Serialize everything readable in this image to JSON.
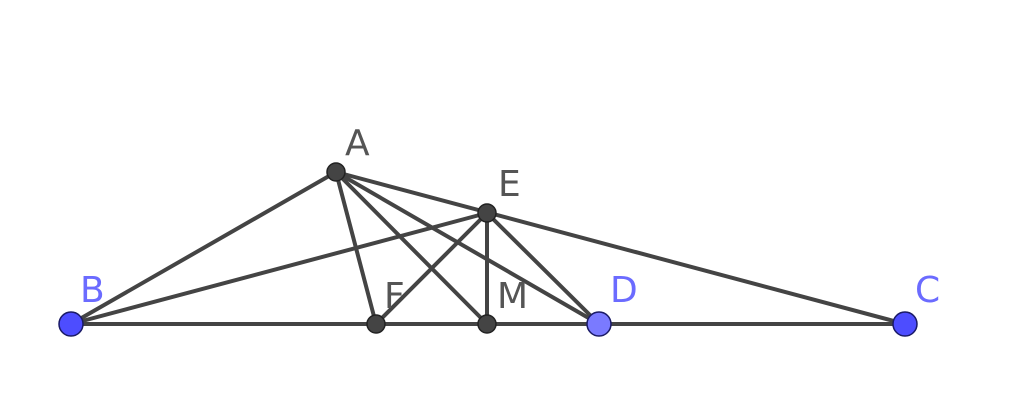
{
  "colors": {
    "segment": "#444444",
    "dependent_point": "#444444",
    "free_point": "#4d4dff",
    "free_point_alt": "#7a7aff",
    "dependent_label": "#555555",
    "free_label": "#6b6bff"
  },
  "points": [
    {
      "id": "A",
      "label": "A",
      "kind": "dependent"
    },
    {
      "id": "B",
      "label": "B",
      "kind": "free"
    },
    {
      "id": "C",
      "label": "C",
      "kind": "free"
    },
    {
      "id": "D",
      "label": "D",
      "kind": "free_alt"
    },
    {
      "id": "E",
      "label": "E",
      "kind": "dependent"
    },
    {
      "id": "F",
      "label": "F",
      "kind": "dependent"
    },
    {
      "id": "M",
      "label": "M",
      "kind": "dependent"
    }
  ],
  "segments": [
    [
      "B",
      "C"
    ],
    [
      "A",
      "B"
    ],
    [
      "A",
      "C"
    ],
    [
      "A",
      "F"
    ],
    [
      "A",
      "M"
    ],
    [
      "A",
      "D"
    ],
    [
      "B",
      "E"
    ],
    [
      "E",
      "F"
    ],
    [
      "E",
      "M"
    ],
    [
      "E",
      "D"
    ]
  ]
}
